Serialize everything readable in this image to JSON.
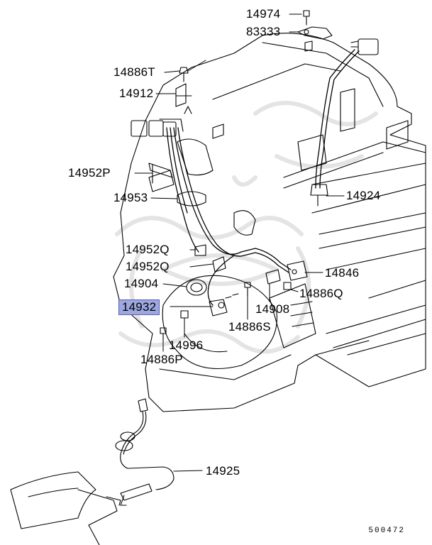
{
  "diagram": {
    "callouts": [
      {
        "id": "14974",
        "label": "14974"
      },
      {
        "id": "83333",
        "label": "83333"
      },
      {
        "id": "14886T",
        "label": "14886T"
      },
      {
        "id": "14912",
        "label": "14912"
      },
      {
        "id": "14952P",
        "label": "14952P"
      },
      {
        "id": "14953",
        "label": "14953"
      },
      {
        "id": "14924",
        "label": "14924"
      },
      {
        "id": "14952Q_a",
        "label": "14952Q"
      },
      {
        "id": "14952Q_b",
        "label": "14952Q"
      },
      {
        "id": "14846",
        "label": "14846"
      },
      {
        "id": "14904",
        "label": "14904"
      },
      {
        "id": "14886Q",
        "label": "14886Q"
      },
      {
        "id": "14932",
        "label": "14932",
        "highlighted": true
      },
      {
        "id": "14908",
        "label": "14908"
      },
      {
        "id": "14886S",
        "label": "14886S"
      },
      {
        "id": "14996",
        "label": "14996"
      },
      {
        "id": "14886P",
        "label": "14886P"
      },
      {
        "id": "14925",
        "label": "14925"
      }
    ],
    "document_id": "500472",
    "colors": {
      "line": "#000000",
      "highlight_fill": "#9ea8e0",
      "highlight_border": "#5a5fb8",
      "watermark": "#e6e6e6"
    }
  }
}
